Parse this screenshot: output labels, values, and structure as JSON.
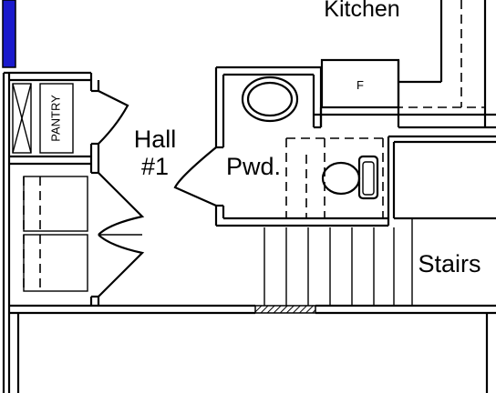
{
  "plan": {
    "rooms": {
      "kitchen": "Kitchen",
      "pantry": "PANTRY",
      "hall_line1": "Hall",
      "hall_line2": "#1",
      "powder": "Pwd.",
      "stairs": "Stairs"
    },
    "fixtures": {
      "fridge": "F"
    },
    "colors": {
      "window_accent": "#0000cc",
      "ink": "#000000",
      "background": "#ffffff"
    }
  }
}
